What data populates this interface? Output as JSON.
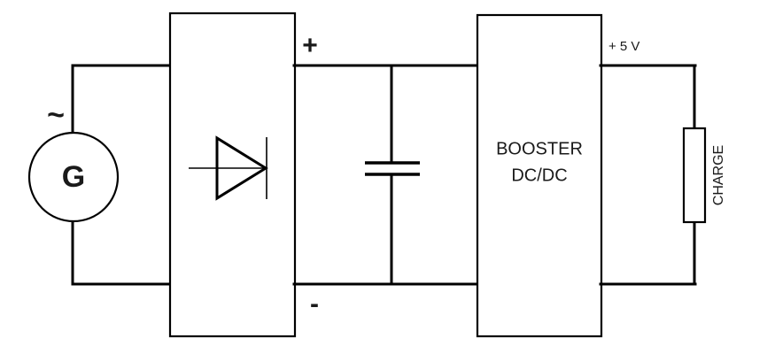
{
  "diagram": {
    "title": "AC generator rectifier boost converter circuit",
    "background_color": "#ffffff",
    "line_color": "#000000",
    "text_color": "#1a1a1a"
  },
  "generator": {
    "label": "G",
    "ac_symbol": "~"
  },
  "rectifier": {
    "component_label": "",
    "diode_symbol": "diode"
  },
  "rails": {
    "positive_label": "+",
    "negative_label": "-"
  },
  "capacitor": {
    "label": ""
  },
  "booster": {
    "line1": "BOOSTER",
    "line2": "DC/DC"
  },
  "output": {
    "voltage_label": "+ 5 V"
  },
  "load": {
    "label": "CHARGE"
  }
}
